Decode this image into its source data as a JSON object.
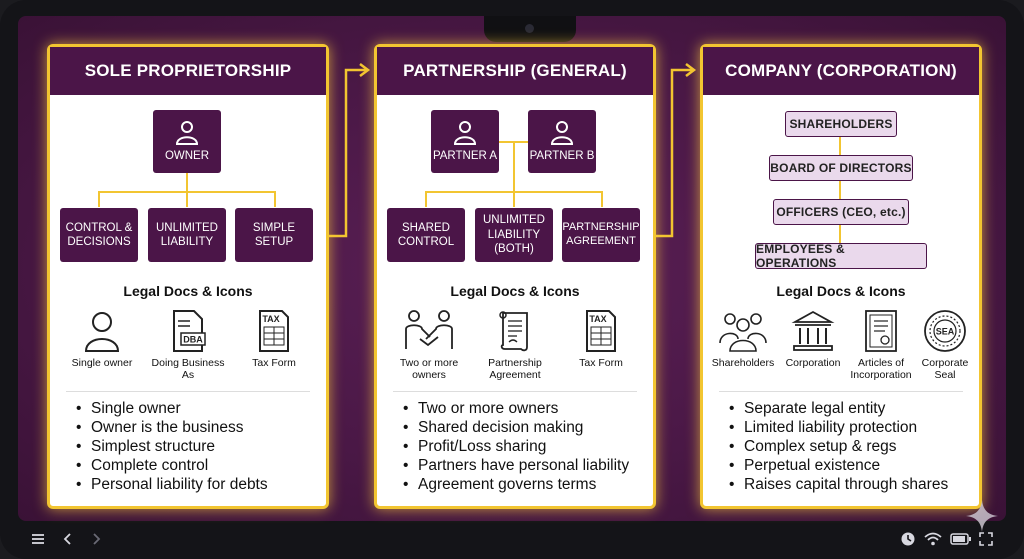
{
  "panels": [
    {
      "title": "SOLE PROPRIETORSHIP",
      "top_box": "OWNER",
      "boxes": [
        "CONTROL &\nDECISIONS",
        "UNLIMITED\nLIABILITY",
        "SIMPLE\nSETUP"
      ],
      "docs_title": "Legal Docs & Icons",
      "docs": [
        {
          "label": "Single owner",
          "icon": "person-icon"
        },
        {
          "label": "Doing Business\nAs",
          "icon": "dba-document-icon",
          "icon_text": "DBA"
        },
        {
          "label": "Tax Form",
          "icon": "tax-form-icon",
          "icon_text": "TAX"
        }
      ],
      "bullets": [
        "Single owner",
        "Owner is the business",
        "Simplest structure",
        "Complete control",
        "Personal liability for debts"
      ]
    },
    {
      "title": "PARTNERSHIP (GENERAL)",
      "top_boxes": [
        "PARTNER A",
        "PARTNER B"
      ],
      "boxes": [
        "SHARED\nCONTROL",
        "UNLIMITED\nLIABILITY\n(BOTH)",
        "PARTNERSHIP\nAGREEMENT"
      ],
      "docs_title": "Legal Docs & Icons",
      "docs": [
        {
          "label": "Two or more\nowners",
          "icon": "handshake-icon"
        },
        {
          "label": "Partnership\nAgreement",
          "icon": "scroll-icon"
        },
        {
          "label": "Tax Form",
          "icon": "tax-form-icon",
          "icon_text": "TAX"
        }
      ],
      "bullets": [
        "Two or more owners",
        "Shared decision making",
        "Profit/Loss sharing",
        "Partners have personal liability",
        "Agreement governs terms"
      ]
    },
    {
      "title": "COMPANY (CORPORATION)",
      "hierarchy": [
        "SHAREHOLDERS",
        "BOARD OF DIRECTORS",
        "OFFICERS (CEO, etc.)",
        "EMPLOYEES & OPERATIONS"
      ],
      "docs_title": "Legal Docs & Icons",
      "docs": [
        {
          "label": "Shareholders",
          "icon": "group-icon"
        },
        {
          "label": "Corporation",
          "icon": "building-icon"
        },
        {
          "label": "Articles of\nIncorporation",
          "icon": "certificate-icon"
        },
        {
          "label": "Corporate\nSeal",
          "icon": "seal-icon",
          "icon_text": "SEA"
        }
      ],
      "bullets": [
        "Separate legal entity",
        "Limited liability protection",
        "Complex setup & regs",
        "Perpetual existence",
        "Raises capital through shares"
      ]
    }
  ],
  "colors": {
    "header": "#4b1548",
    "accent": "#f2c531",
    "background": "#4a1846",
    "pill": "#ead9ec"
  },
  "taskbar": {
    "left_icons": [
      "menu-icon",
      "back-icon",
      "forward-icon"
    ],
    "right_icons": [
      "clock-icon",
      "wifi-icon",
      "battery-icon",
      "fullscreen-icon"
    ]
  }
}
